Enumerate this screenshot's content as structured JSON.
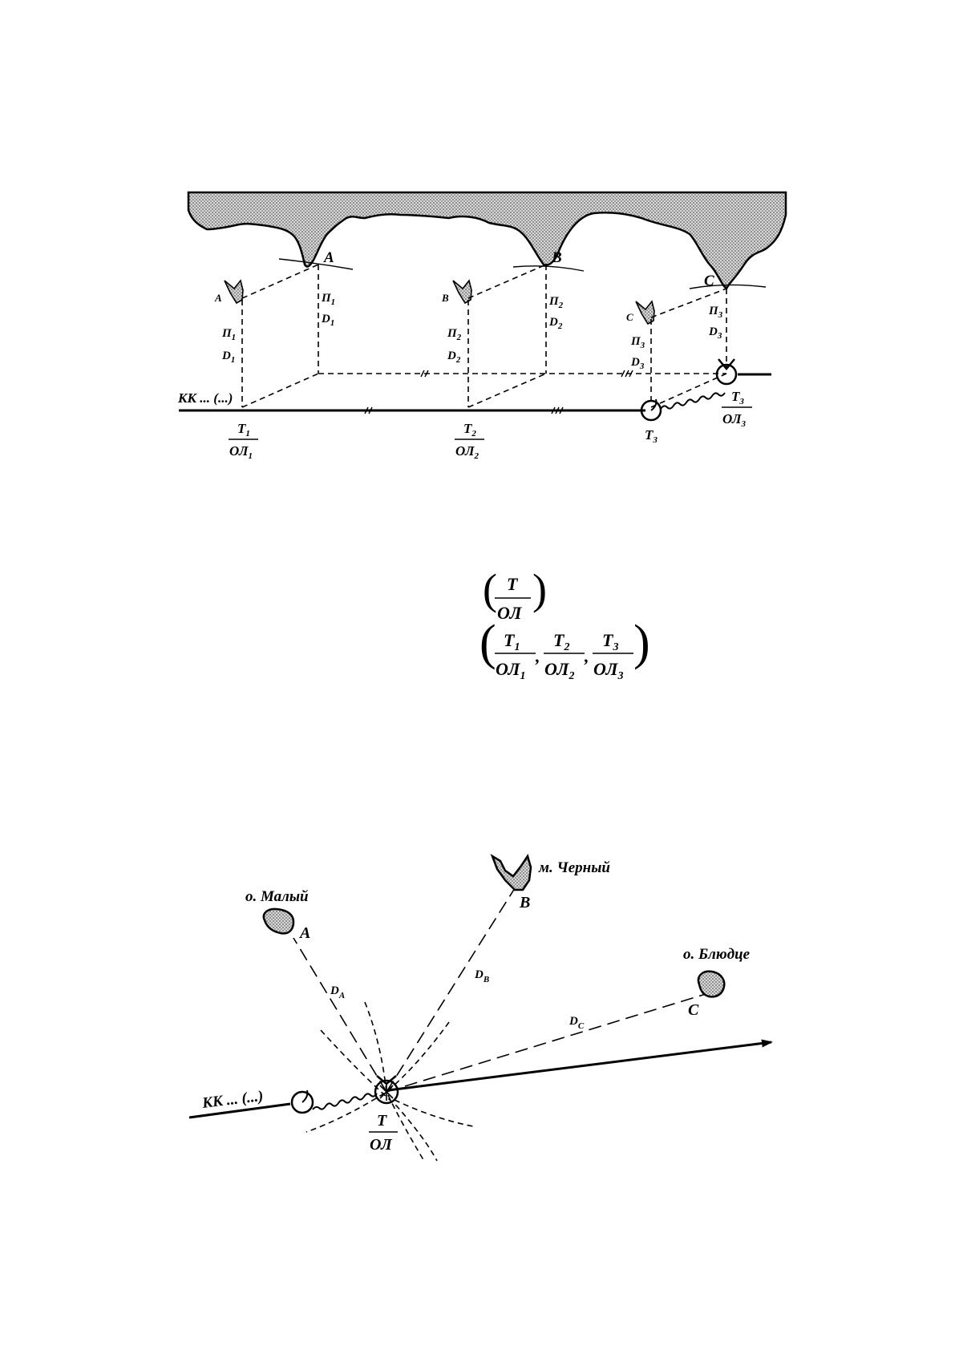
{
  "figure1": {
    "landmarks": [
      {
        "shore": "A",
        "projection": "A",
        "bearing_label": "П",
        "distance_label": "D",
        "index": "1",
        "fix": "T",
        "line": "ОЛ"
      },
      {
        "shore": "B",
        "projection": "B",
        "bearing_label": "П",
        "distance_label": "D",
        "index": "2",
        "fix": "T",
        "line": "ОЛ"
      },
      {
        "shore": "C",
        "projection": "C",
        "bearing_label": "П",
        "distance_label": "D",
        "index": "3",
        "fix": "T",
        "line": "ОЛ"
      }
    ],
    "course_label": "КК ... (...)",
    "ship_label": "Т",
    "ship_index": "3"
  },
  "formula": {
    "single": {
      "num": "T",
      "den": "ОЛ"
    },
    "triple": [
      {
        "num": "T",
        "den": "ОЛ",
        "idx": "1"
      },
      {
        "num": "T",
        "den": "ОЛ",
        "idx": "2"
      },
      {
        "num": "T",
        "den": "ОЛ",
        "idx": "3"
      }
    ],
    "comma": ","
  },
  "figure2": {
    "landmark_a": {
      "name": "о. Малый",
      "letter": "A",
      "distance": "D",
      "sub": "A"
    },
    "landmark_b": {
      "name": "м. Черный",
      "letter": "B",
      "distance": "D",
      "sub": "B"
    },
    "landmark_c": {
      "name": "о. Блюдце",
      "letter": "C",
      "distance": "D",
      "sub": "C"
    },
    "course_label": "КК ... (...)",
    "fix": {
      "num": "T",
      "den": "ОЛ"
    }
  }
}
